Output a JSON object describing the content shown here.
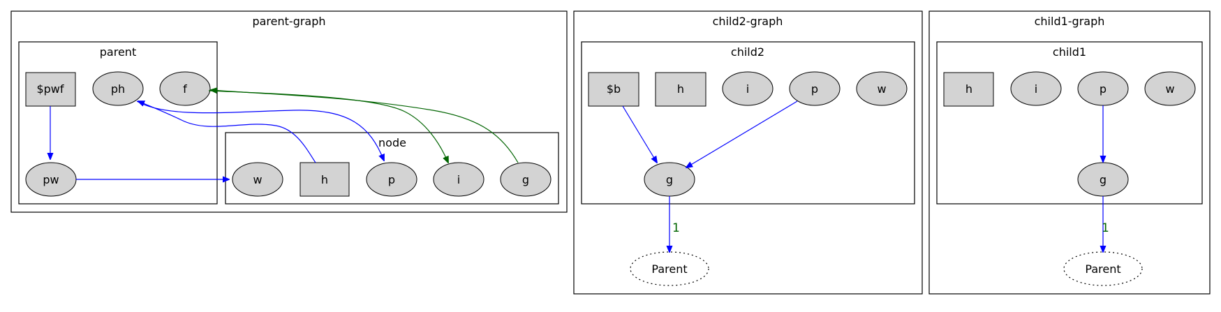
{
  "graphs": {
    "parent_graph": {
      "title": "parent-graph",
      "clusters": {
        "parent": {
          "title": "parent",
          "nodes": {
            "pwf": "$pwf",
            "ph": "ph",
            "f": "f",
            "pw": "pw"
          }
        },
        "node": {
          "title": "node",
          "nodes": {
            "w": "w",
            "h": "h",
            "p": "p",
            "i": "i",
            "g": "g"
          }
        }
      }
    },
    "child2_graph": {
      "title": "child2-graph",
      "cluster": {
        "title": "child2",
        "nodes": {
          "b": "$b",
          "h": "h",
          "i": "i",
          "p": "p",
          "w": "w",
          "g": "g"
        }
      },
      "outside": {
        "parent": "Parent"
      },
      "edge_label": "1"
    },
    "child1_graph": {
      "title": "child1-graph",
      "cluster": {
        "title": "child1",
        "nodes": {
          "h": "h",
          "i": "i",
          "p": "p",
          "w": "w",
          "g": "g"
        }
      },
      "outside": {
        "parent": "Parent"
      },
      "edge_label": "1"
    }
  },
  "colors": {
    "edge_blue": "#0000ff",
    "edge_green": "#006400",
    "node_fill": "#d3d3d3",
    "label_green": "#006400"
  }
}
